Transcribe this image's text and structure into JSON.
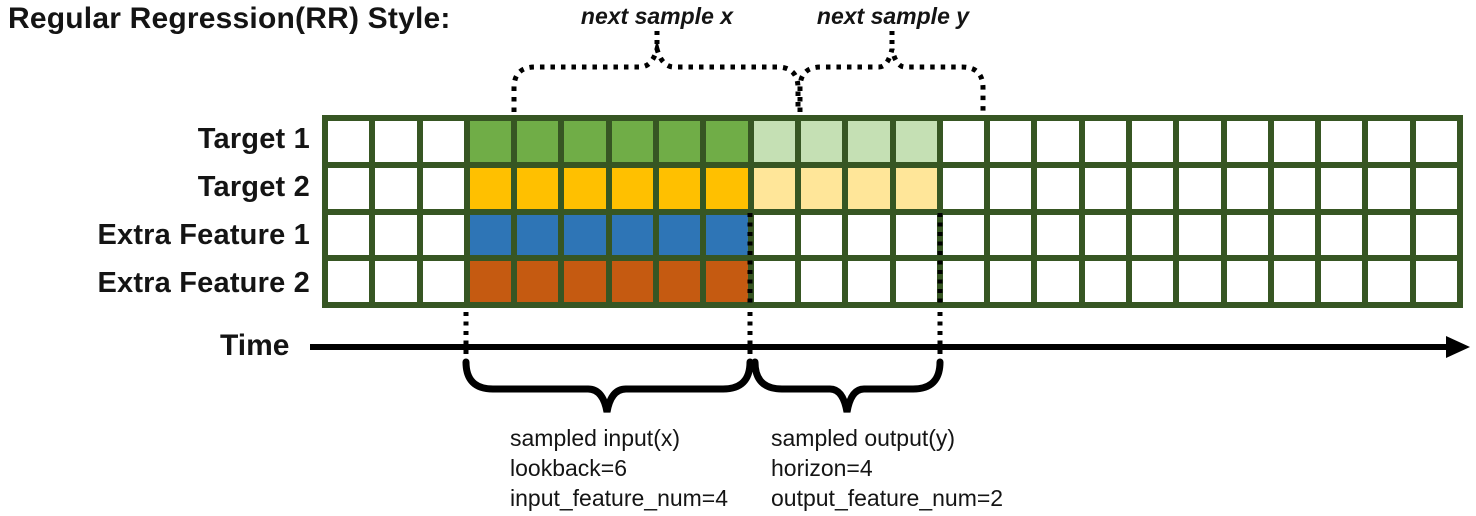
{
  "title": "Regular Regression(RR) Style:",
  "grid": {
    "columns": 24,
    "input_start_col": 4,
    "lookback": 6,
    "horizon": 4,
    "border_color": "#375623",
    "rows": [
      {
        "label": "Target 1",
        "input_color": "#70AD47",
        "output_color": "#C5E0B4"
      },
      {
        "label": "Target 2",
        "input_color": "#FFC000",
        "output_color": "#FFE699"
      },
      {
        "label": "Extra Feature 1",
        "input_color": "#2E75B6",
        "output_color": null
      },
      {
        "label": "Extra Feature 2",
        "input_color": "#C55A11",
        "output_color": null
      }
    ]
  },
  "labels": {
    "next_sample_x": "next sample x",
    "next_sample_y": "next sample y",
    "time": "Time"
  },
  "annotations": {
    "sampled_input": {
      "line1": "sampled input(x)",
      "line2": "lookback=6",
      "line3": "input_feature_num=4"
    },
    "sampled_output": {
      "line1": "sampled output(y)",
      "line2": "horizon=4",
      "line3": "output_feature_num=2"
    }
  }
}
